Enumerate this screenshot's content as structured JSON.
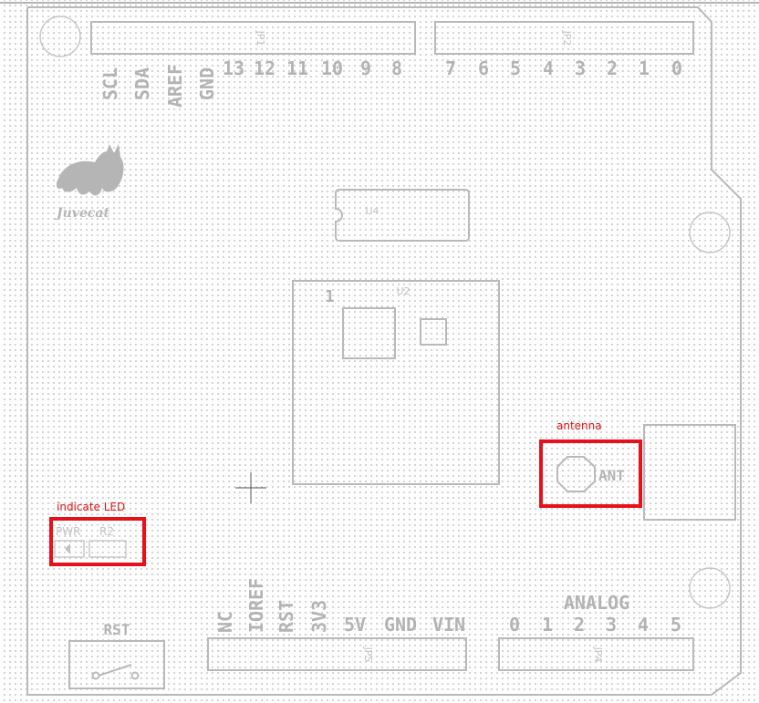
{
  "headers": {
    "jp1": "JP1",
    "jp2": "JP2",
    "jp4": "JP4",
    "jp5": "JP5"
  },
  "top_left_labels": [
    "SCL",
    "SDA",
    "AREF",
    "GND"
  ],
  "top_numbers_left": [
    "13",
    "12",
    "11",
    "10",
    "9",
    "8"
  ],
  "top_numbers_right": [
    "7",
    "6",
    "5",
    "4",
    "3",
    "2",
    "1",
    "0"
  ],
  "logo_text": "Juvecat",
  "chips": {
    "u4": "U4",
    "u2": "U2",
    "u2_pin1": "1"
  },
  "antenna": {
    "label": "ANT",
    "annotation": "antenna"
  },
  "led": {
    "annotation": "indicate LED",
    "pwr": "PWR",
    "r2": "R2"
  },
  "reset_label": "RST",
  "power_vertical": [
    "NC",
    "IOREF",
    "RST",
    "3V3"
  ],
  "power_horizontal": [
    "5V",
    "GND",
    "VIN"
  ],
  "analog": {
    "title": "ANALOG",
    "pins": [
      "0",
      "1",
      "2",
      "3",
      "4",
      "5"
    ]
  },
  "colors": {
    "silkscreen": "#b9b9b9",
    "highlight": "#e8101a",
    "background": "#ffffff"
  }
}
